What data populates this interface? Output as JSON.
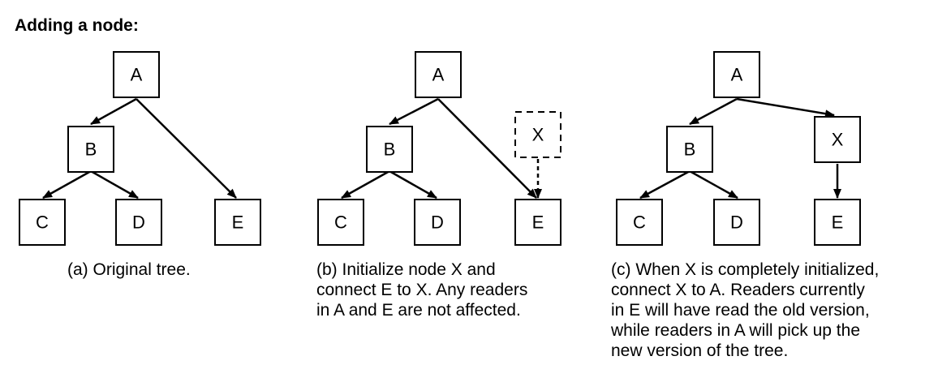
{
  "title": "Adding a node:",
  "panels": [
    {
      "id": "a",
      "nodes": [
        "A",
        "B",
        "C",
        "D",
        "E"
      ],
      "caption_lines": [
        "(a) Original tree."
      ]
    },
    {
      "id": "b",
      "nodes": [
        "A",
        "B",
        "C",
        "D",
        "E",
        "X"
      ],
      "caption_lines": [
        "(b) Initialize node X and",
        "connect E to X. Any readers",
        "in A and E are not affected."
      ]
    },
    {
      "id": "c",
      "nodes": [
        "A",
        "B",
        "C",
        "D",
        "E",
        "X"
      ],
      "caption_lines": [
        "(c) When X is completely initialized,",
        "connect X to A. Readers currently",
        "in E will have read the old version,",
        "while readers in A will pick up the",
        "new version of the tree."
      ]
    }
  ]
}
